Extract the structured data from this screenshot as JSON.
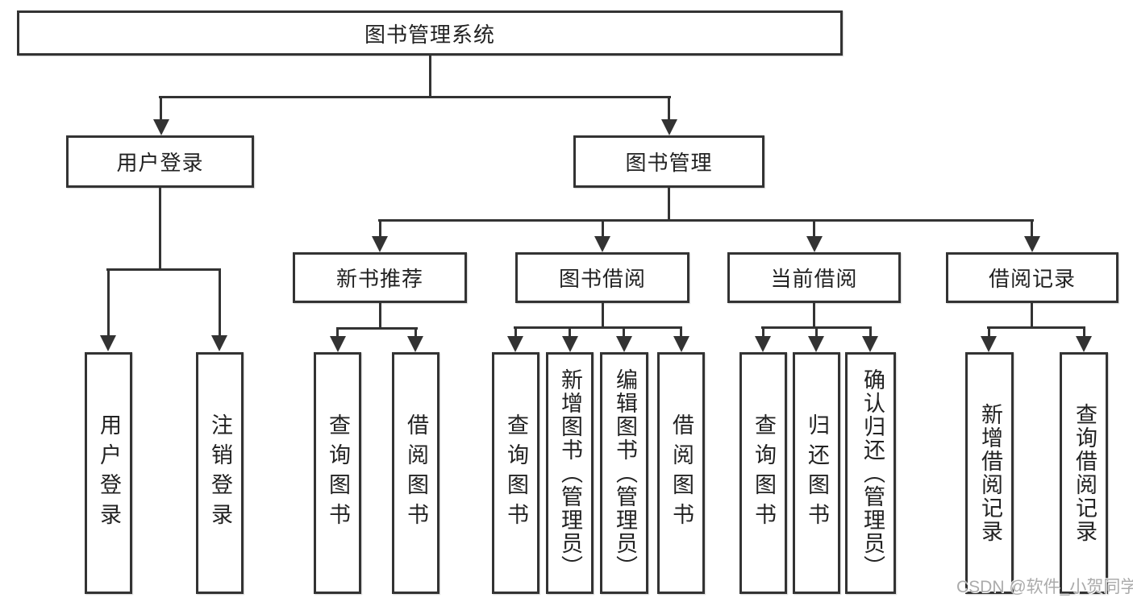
{
  "tree": {
    "root": {
      "label": "图书管理系统"
    },
    "children": [
      {
        "label": "用户登录",
        "children": [
          {
            "label": "用户登录"
          },
          {
            "label": "注销登录"
          }
        ]
      },
      {
        "label": "图书管理",
        "children": [
          {
            "label": "新书推荐",
            "children": [
              {
                "label": "查询图书"
              },
              {
                "label": "借阅图书"
              }
            ]
          },
          {
            "label": "图书借阅",
            "children": [
              {
                "label": "查询图书"
              },
              {
                "label": "新增图书（管理员）"
              },
              {
                "label": "编辑图书（管理员）"
              },
              {
                "label": "借阅图书"
              }
            ]
          },
          {
            "label": "当前借阅",
            "children": [
              {
                "label": "查询图书"
              },
              {
                "label": "归还图书"
              },
              {
                "label": "确认归还（管理员）"
              }
            ]
          },
          {
            "label": "借阅记录",
            "children": [
              {
                "label": "新增借阅记录"
              },
              {
                "label": "查询借阅记录"
              }
            ]
          }
        ]
      }
    ]
  },
  "watermark": "CSDN @软件_小贺同学",
  "colors": {
    "line": "#333333",
    "text": "#222222",
    "background": "#ffffff",
    "watermark": "#ababab"
  }
}
